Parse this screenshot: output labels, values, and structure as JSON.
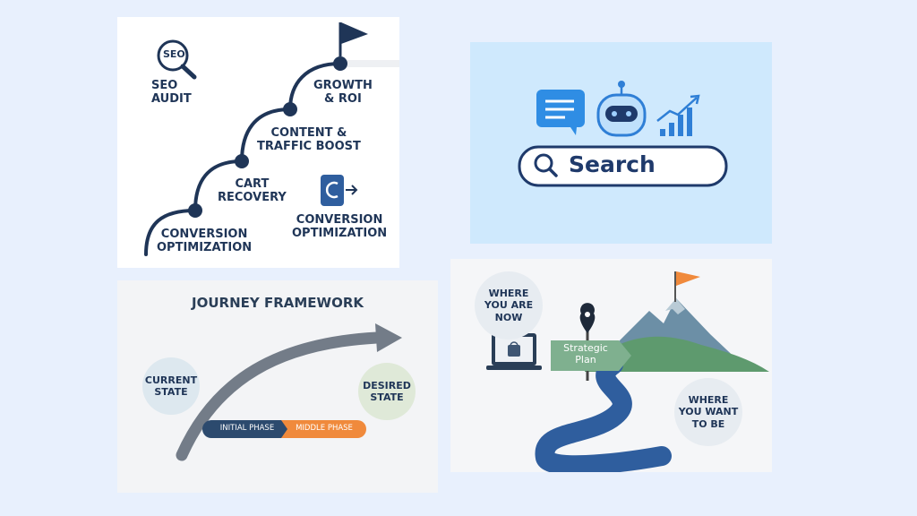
{
  "staircase": {
    "seo_badge": "SEO",
    "steps": [
      {
        "label_line1": "CONVERSION",
        "label_line2": "OPTIMIZATION"
      },
      {
        "label_line1": "CART",
        "label_line2": "RECOVERY"
      },
      {
        "label_line1": "CONTENT &",
        "label_line2": "TRAFFIC BOOST"
      },
      {
        "label_line1": "GROWTH",
        "label_line2": "& ROI"
      }
    ],
    "seo_audit_line1": "SEO",
    "seo_audit_line2": "AUDIT",
    "side_label_line1": "CONVERSION",
    "side_label_line2": "OPTIMIZATION"
  },
  "search_panel": {
    "search_text": "Search",
    "colors": {
      "background": "#cfe9fd",
      "accent": "#2f7fd6",
      "text": "#1f3a6b"
    }
  },
  "journey": {
    "title": "JOURNEY FRAMEWORK",
    "current_state_line1": "CURRENT",
    "current_state_line2": "STATE",
    "desired_state_line1": "DESIRED",
    "desired_state_line2": "STATE",
    "phase1": "INITIAL PHASE",
    "phase2": "MIDDLE PHASE",
    "colors": {
      "phase1": "#2c4a6e",
      "phase2": "#f08a3c",
      "current": "#dde8ef",
      "desired": "#dfe9d8"
    }
  },
  "roadmap": {
    "where_now_line1": "WHERE",
    "where_now_line2": "YOU ARE",
    "where_now_line3": "NOW",
    "sign_line1": "Strategic",
    "sign_line2": "Plan",
    "where_want_line1": "WHERE",
    "where_want_line2": "YOU WANT",
    "where_want_line3": "TO BE",
    "colors": {
      "flag": "#f08a3c",
      "road": "#2f5e9e",
      "mountain": "#6c8fa6",
      "hill": "#5e9a6e",
      "sign": "#7fb08f"
    }
  }
}
